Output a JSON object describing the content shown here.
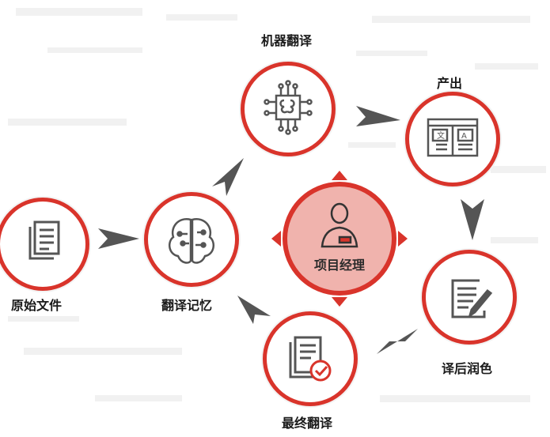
{
  "colors": {
    "accent": "#d9342b",
    "center_fill": "#f0b3ad",
    "icon": "#555555",
    "arrow": "#555555"
  },
  "center": {
    "label": "项目经理",
    "icon": "user-icon"
  },
  "nodes": [
    {
      "id": "source",
      "label": "原始文件",
      "icon": "document-stack-icon"
    },
    {
      "id": "memory",
      "label": "翻译记忆",
      "icon": "brain-icon"
    },
    {
      "id": "mt",
      "label": "机器翻译",
      "icon": "chip-brain-icon"
    },
    {
      "id": "output",
      "label": "产出",
      "icon": "translate-window-icon"
    },
    {
      "id": "postedit",
      "label": "译后润色",
      "icon": "edit-document-icon"
    },
    {
      "id": "final",
      "label": "最终翻译",
      "icon": "document-check-icon"
    }
  ]
}
